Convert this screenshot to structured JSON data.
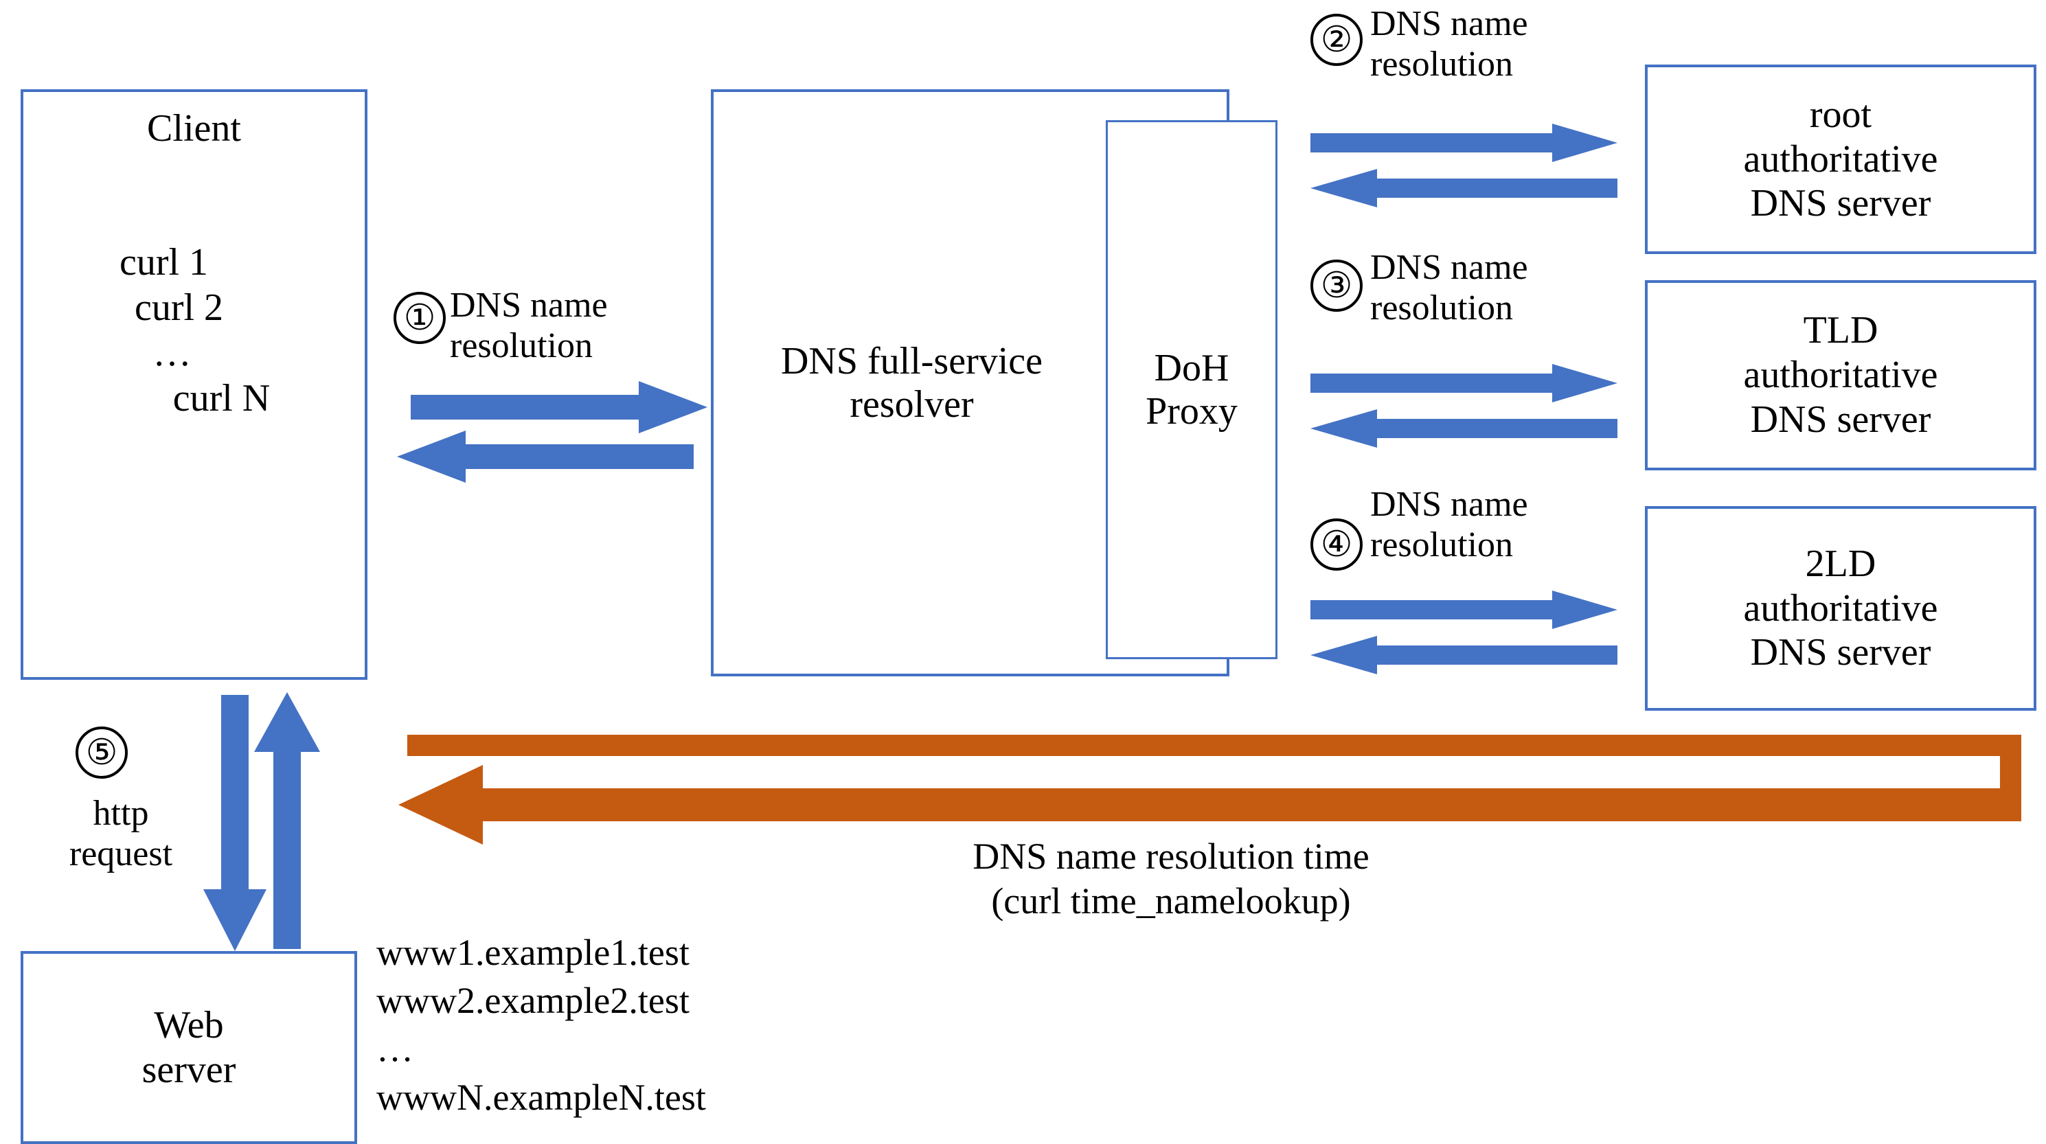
{
  "colors": {
    "box_border": "#4472C4",
    "blue_arrow": "#4472C4",
    "orange_arrow": "#C55A11",
    "text": "#000000",
    "background": "#FFFFFF"
  },
  "diagram": {
    "client": {
      "title": "Client",
      "items": [
        "curl 1",
        "curl 2",
        "…",
        "curl N"
      ]
    },
    "resolver": {
      "title": "DNS full-service\nresolver"
    },
    "doh_proxy": {
      "title": "DoH\nProxy"
    },
    "servers": [
      {
        "id": "root",
        "label": "root\nauthoritative\nDNS server"
      },
      {
        "id": "tld",
        "label": "TLD\nauthoritative\nDNS server"
      },
      {
        "id": "2ld",
        "label": "2LD\nauthoritative\nDNS server"
      }
    ],
    "web_server": {
      "label": "Web\nserver"
    },
    "steps": [
      {
        "number": "①",
        "label": "DNS name\nresolution"
      },
      {
        "number": "②",
        "label": "DNS name\nresolution"
      },
      {
        "number": "③",
        "label": "DNS name\nresolution"
      },
      {
        "number": "④",
        "label": "DNS name\nresolution"
      },
      {
        "number": "⑤",
        "label": "http\nrequest"
      }
    ],
    "timing_note": "DNS name resolution time\n(curl time_namelookup)",
    "domains": "www1.example1.test\nwww2.example2.test\n…\nwwwN.exampleN.test"
  }
}
